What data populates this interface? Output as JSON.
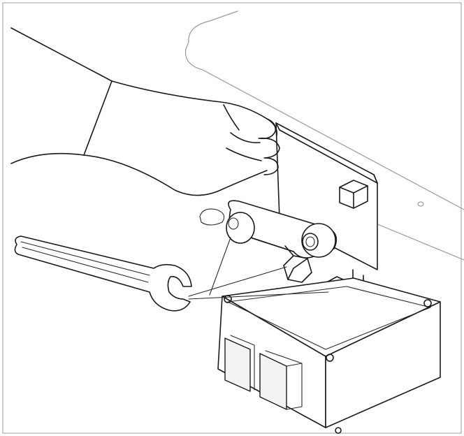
{
  "figure": {
    "type": "technical-line-illustration",
    "background_color": "#ffffff",
    "line_color": "#1a1a1a",
    "frame_color": "#b0b0b0",
    "depicted_parts": [
      "hand-icon",
      "wrench-icon",
      "bracket-plate",
      "hex-bolt",
      "link-arm",
      "electrical-box",
      "switch-buttons",
      "table-edge"
    ]
  }
}
